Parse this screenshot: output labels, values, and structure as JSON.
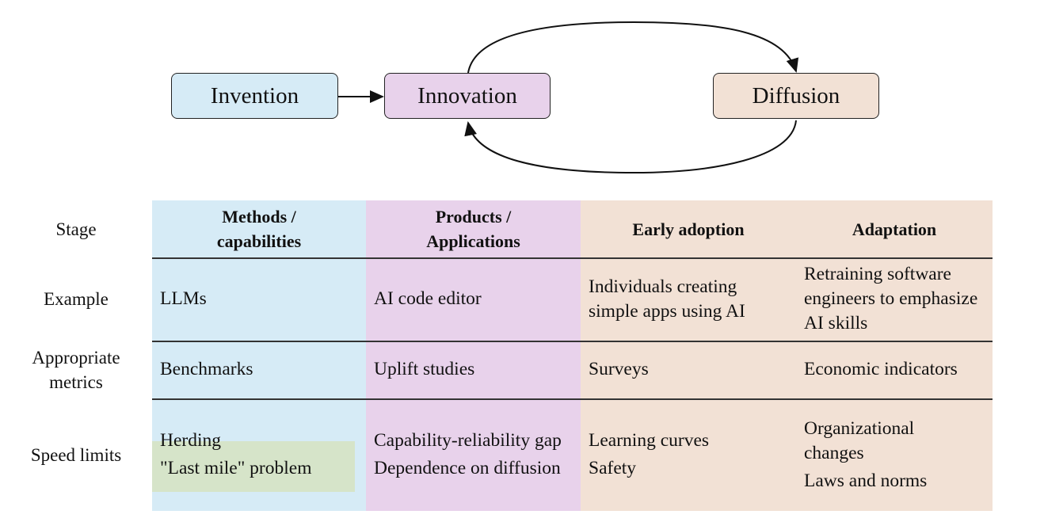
{
  "diagram": {
    "nodes": [
      {
        "label": "Invention",
        "color": "#d6ebf6"
      },
      {
        "label": "Innovation",
        "color": "#e8d2eb"
      },
      {
        "label": "Diffusion",
        "color": "#f2e1d5"
      }
    ],
    "edges": [
      [
        "Invention",
        "Innovation"
      ],
      [
        "Innovation",
        "Diffusion"
      ],
      [
        "Diffusion",
        "Innovation"
      ]
    ]
  },
  "table": {
    "row_labels": [
      "Stage",
      "Example",
      "Appropriate metrics",
      "Speed limits"
    ],
    "headers": [
      "Methods / capabilities",
      "Products / Applications",
      "Early adoption",
      "Adaptation"
    ],
    "example": [
      "LLMs",
      "AI code editor",
      "Individuals creating simple apps using AI",
      "Retraining software engineers to emphasize AI skills"
    ],
    "metrics": [
      "Benchmarks",
      "Uplift studies",
      "Surveys",
      "Economic indicators"
    ],
    "speed_limits": [
      [
        "Herding",
        "\"Last mile\" problem"
      ],
      [
        "Capability-reliability gap",
        "Dependence on diffusion"
      ],
      [
        "Learning curves",
        "Safety"
      ],
      [
        "Organizational changes",
        "Laws and norms"
      ]
    ],
    "highlight_color": "#d6e4c9"
  }
}
